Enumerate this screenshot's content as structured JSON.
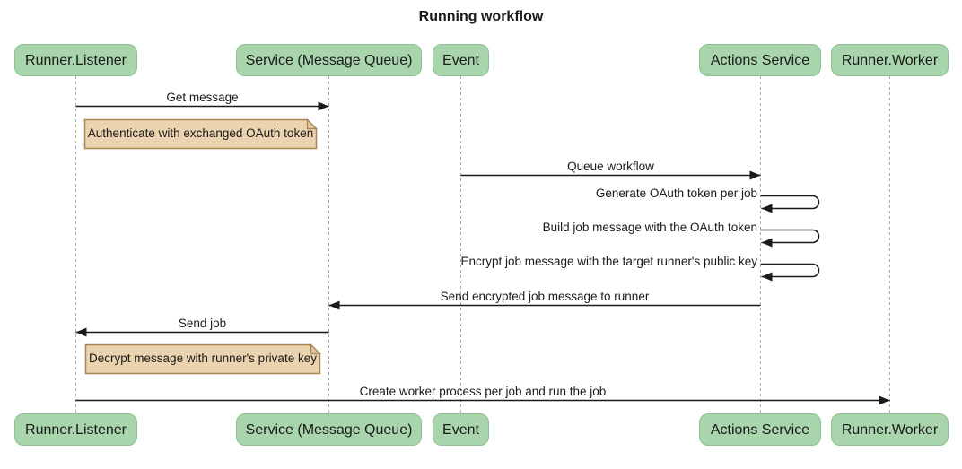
{
  "diagram": {
    "title": "Running workflow",
    "type": "sequence",
    "participants": [
      {
        "label": "Runner.Listener"
      },
      {
        "label": "Service (Message Queue)"
      },
      {
        "label": "Event"
      },
      {
        "label": "Actions Service"
      },
      {
        "label": "Runner.Worker"
      }
    ],
    "messages": [
      {
        "kind": "arrow",
        "from": "Runner.Listener",
        "to": "Service (Message Queue)",
        "label": "Get message"
      },
      {
        "kind": "note",
        "position": "right of Runner.Listener",
        "label": "Authenticate with exchanged OAuth token"
      },
      {
        "kind": "arrow",
        "from": "Event",
        "to": "Actions Service",
        "label": "Queue workflow"
      },
      {
        "kind": "self-arrow",
        "from": "Actions Service",
        "to": "Actions Service",
        "label": "Generate OAuth token per job"
      },
      {
        "kind": "self-arrow",
        "from": "Actions Service",
        "to": "Actions Service",
        "label": "Build job message with the OAuth token"
      },
      {
        "kind": "self-arrow",
        "from": "Actions Service",
        "to": "Actions Service",
        "label": "Encrypt job message with the target runner's public key"
      },
      {
        "kind": "arrow",
        "from": "Actions Service",
        "to": "Service (Message Queue)",
        "label": "Send encrypted job message to runner"
      },
      {
        "kind": "arrow",
        "from": "Service (Message Queue)",
        "to": "Runner.Listener",
        "label": "Send job"
      },
      {
        "kind": "note",
        "position": "right of Runner.Listener",
        "label": "Decrypt message with runner's private key"
      },
      {
        "kind": "arrow",
        "from": "Runner.Listener",
        "to": "Runner.Worker",
        "label": "Create worker process per job and run the job"
      }
    ],
    "colors": {
      "background": "#FFFFFF",
      "actor_fill": "#A8D5AB",
      "actor_border": "#8FBF93",
      "note_fill": "#EBD3B0",
      "note_border": "#AA8554",
      "note_fold": "#E3C79E",
      "lifeline": "#ABABAB",
      "line": "#1A1A1A",
      "text": "#1A1A1A"
    }
  }
}
